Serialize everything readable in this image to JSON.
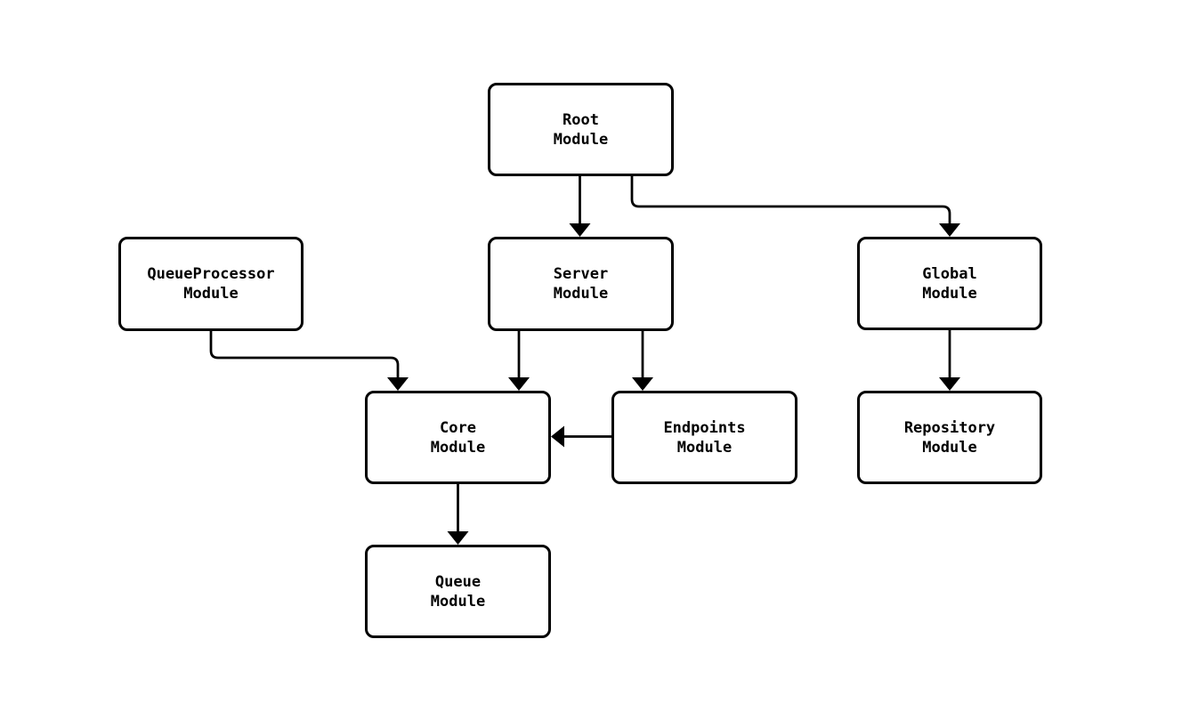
{
  "diagram": {
    "type": "flowchart",
    "background_color": "#ffffff",
    "stroke_color": "#000000",
    "text_color": "#000000",
    "nodes": {
      "root": {
        "line1": "Root",
        "line2": "Module"
      },
      "server": {
        "line1": "Server",
        "line2": "Module"
      },
      "queueprocessor": {
        "line1": "QueueProcessor",
        "line2": "Module"
      },
      "global": {
        "line1": "Global",
        "line2": "Module"
      },
      "core": {
        "line1": "Core",
        "line2": "Module"
      },
      "endpoints": {
        "line1": "Endpoints",
        "line2": "Module"
      },
      "repository": {
        "line1": "Repository",
        "line2": "Module"
      },
      "queue": {
        "line1": "Queue",
        "line2": "Module"
      }
    },
    "edges": [
      {
        "from": "Root Module",
        "to": "Server Module"
      },
      {
        "from": "Root Module",
        "to": "Global Module"
      },
      {
        "from": "QueueProcessor Module",
        "to": "Core Module"
      },
      {
        "from": "Server Module",
        "to": "Core Module"
      },
      {
        "from": "Server Module",
        "to": "Endpoints Module"
      },
      {
        "from": "Endpoints Module",
        "to": "Core Module"
      },
      {
        "from": "Global Module",
        "to": "Repository Module"
      },
      {
        "from": "Core Module",
        "to": "Queue Module"
      }
    ]
  }
}
